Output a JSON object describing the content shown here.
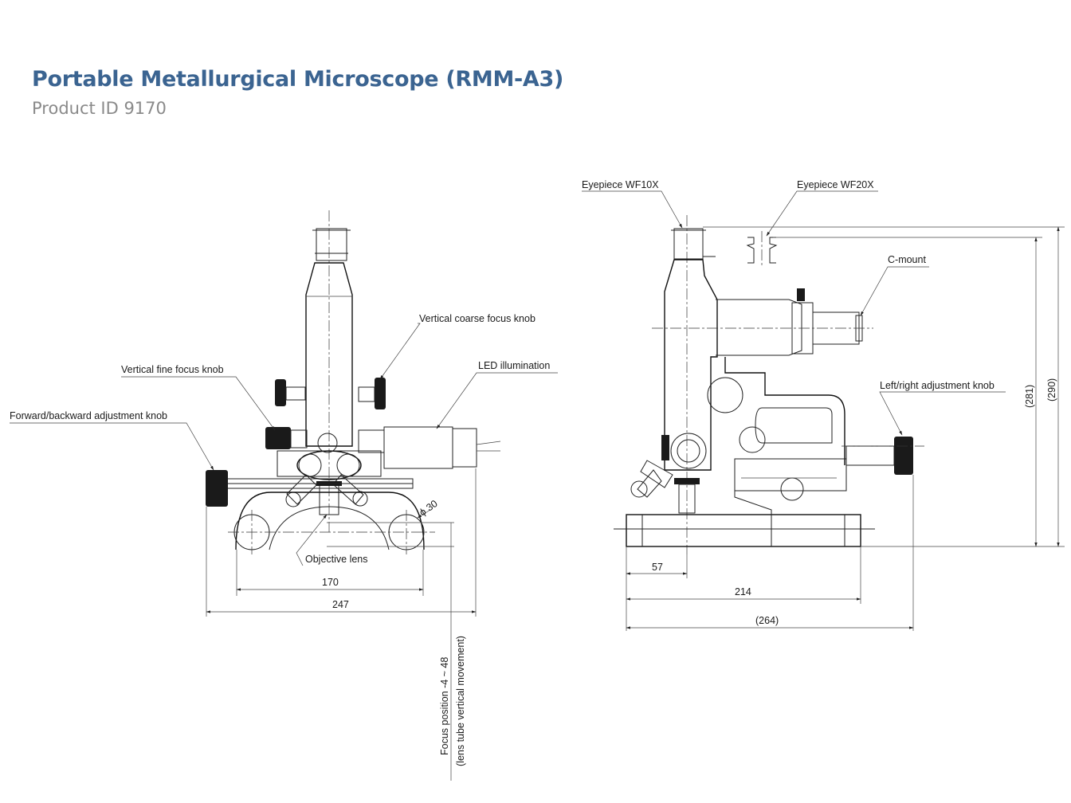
{
  "header": {
    "title": "Portable Metallurgical Microscope (RMM-A3)",
    "subtitle": "Product ID 9170"
  },
  "front_view": {
    "labels": {
      "coarse_focus": "Vertical coarse focus knob",
      "fine_focus": "Vertical fine focus knob",
      "led": "LED illumination",
      "fwd_back": "Forward/backward adjustment knob",
      "objective": "Objective lens"
    },
    "dims": {
      "phi30": "ϕ 30",
      "d170": "170",
      "d247": "247",
      "focus_line1": "Focus position -4 ~ 48",
      "focus_line2": "(lens tube vertical movement)"
    }
  },
  "side_view": {
    "labels": {
      "eyepiece_wf10x": "Eyepiece  WF10X",
      "eyepiece_wf20x": "Eyepiece  WF20X",
      "cmount": "C-mount",
      "left_right": "Left/right adjustment knob"
    },
    "dims": {
      "d57": "57",
      "d214": "214",
      "d264": "(264)",
      "d281": "(281)",
      "d290": "(290)"
    }
  }
}
